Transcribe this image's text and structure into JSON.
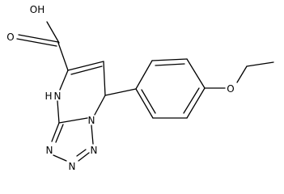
{
  "diagram": {
    "type": "chemical-structure",
    "atom_labels": {
      "hydroxyl": "OH",
      "carbonyl_oxygen": "O",
      "ring_nh": "N",
      "ring_nh_h": "H",
      "bridge_n": "N",
      "tetrazole_n1": "N",
      "tetrazole_n2": "N",
      "tetrazole_n3": "N",
      "ether_oxygen": "O"
    },
    "colors": {
      "line": "#000000",
      "background": "#ffffff"
    }
  }
}
